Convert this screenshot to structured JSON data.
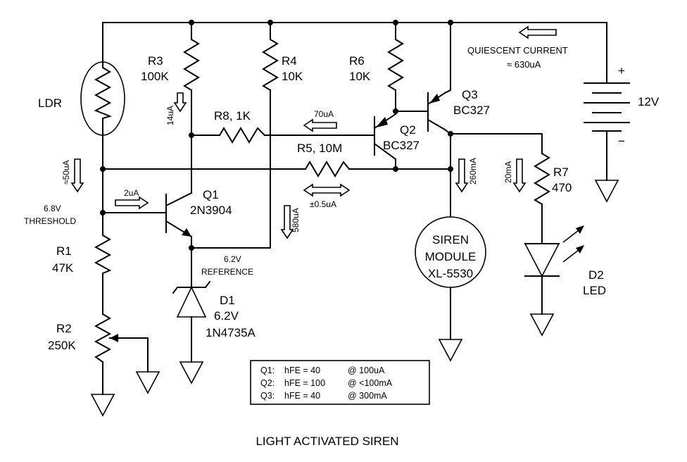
{
  "title": "LIGHT ACTIVATED SIREN",
  "components": {
    "ldr": "LDR",
    "r3": {
      "name": "R3",
      "value": "100K"
    },
    "r4": {
      "name": "R4",
      "value": "10K"
    },
    "r6": {
      "name": "R6",
      "value": "10K"
    },
    "r8": "R8, 1K",
    "r5": "R5, 10M",
    "r1": {
      "name": "R1",
      "value": "47K"
    },
    "r2": {
      "name": "R2",
      "value": "250K"
    },
    "r7": {
      "name": "R7",
      "value": "470"
    },
    "q1": {
      "name": "Q1",
      "part": "2N3904"
    },
    "q2": {
      "name": "Q2",
      "part": "BC327"
    },
    "q3": {
      "name": "Q3",
      "part": "BC327"
    },
    "d1": {
      "name": "D1",
      "voltage": "6.2V",
      "part": "1N4735A"
    },
    "d2": {
      "name": "D2",
      "type": "LED"
    },
    "battery": {
      "voltage": "12V",
      "plus": "+",
      "minus": "−"
    },
    "siren": {
      "line1": "SIREN",
      "line2": "MODULE",
      "line3": "XL-5530"
    }
  },
  "annotations": {
    "quiescent_line1": "QUIESCENT CURRENT",
    "quiescent_line2": "≈ 630uA",
    "i_r3": "14uA",
    "i_ldr": "≈50uA",
    "i_base_q1": "2uA",
    "i_r8": "70uA",
    "i_r5": "±0.5uA",
    "i_r4": "580uA",
    "i_siren": "260mA",
    "i_led": "20mA",
    "threshold_line1": "6.8V",
    "threshold_line2": "THRESHOLD",
    "reference_line1": "6.2V",
    "reference_line2": "REFERENCE"
  },
  "hfe_table": {
    "rows": [
      {
        "label": "Q1:",
        "text": "hFE = 40",
        "cond": "@ 100uA"
      },
      {
        "label": "Q2:",
        "text": "hFE = 100",
        "cond": "@ <100mA"
      },
      {
        "label": "Q3:",
        "text": "hFE = 40",
        "cond": "@ 300mA"
      }
    ]
  }
}
